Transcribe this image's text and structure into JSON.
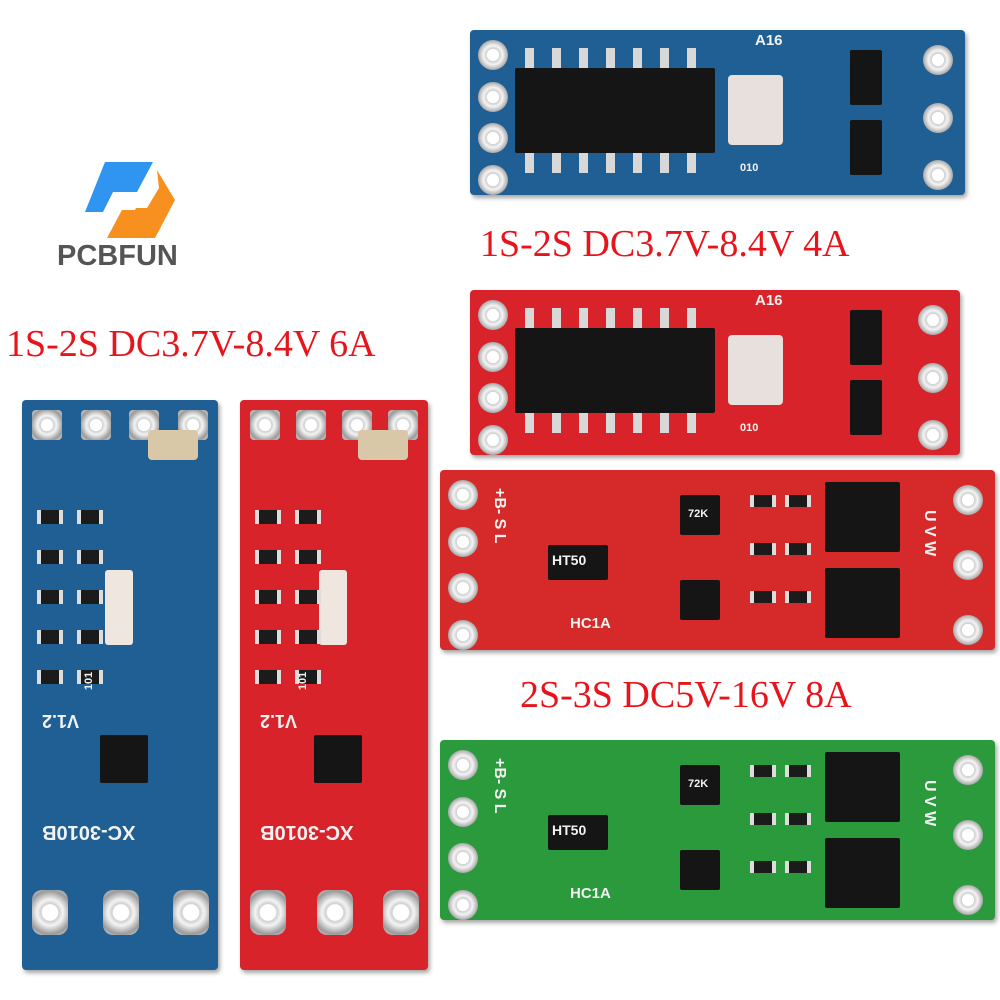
{
  "brand": {
    "name": "PCBFUN",
    "logo_colors": {
      "blue": "#2f95f0",
      "orange": "#f7901e"
    }
  },
  "labels": {
    "board_4a": "1S-2S DC3.7V-8.4V 4A",
    "board_6a": "1S-2S DC3.7V-8.4V 6A",
    "board_8a": "2S-3S DC5V-16V 8A"
  },
  "silkscreen": {
    "a16": "A16",
    "ht50": "HT50",
    "hc1a": "HC1A",
    "r72k": "72K",
    "v12": "V1.2",
    "xc": "XC-3010B",
    "r101": "101",
    "r010": "010",
    "pins_left": "+B- S L",
    "pins_right": "U V W"
  },
  "colors": {
    "blue_pcb": "#1f5f93",
    "red_pcb": "#d9232a",
    "green_pcb": "#2a9a3c",
    "label_red": "#e8141c"
  }
}
